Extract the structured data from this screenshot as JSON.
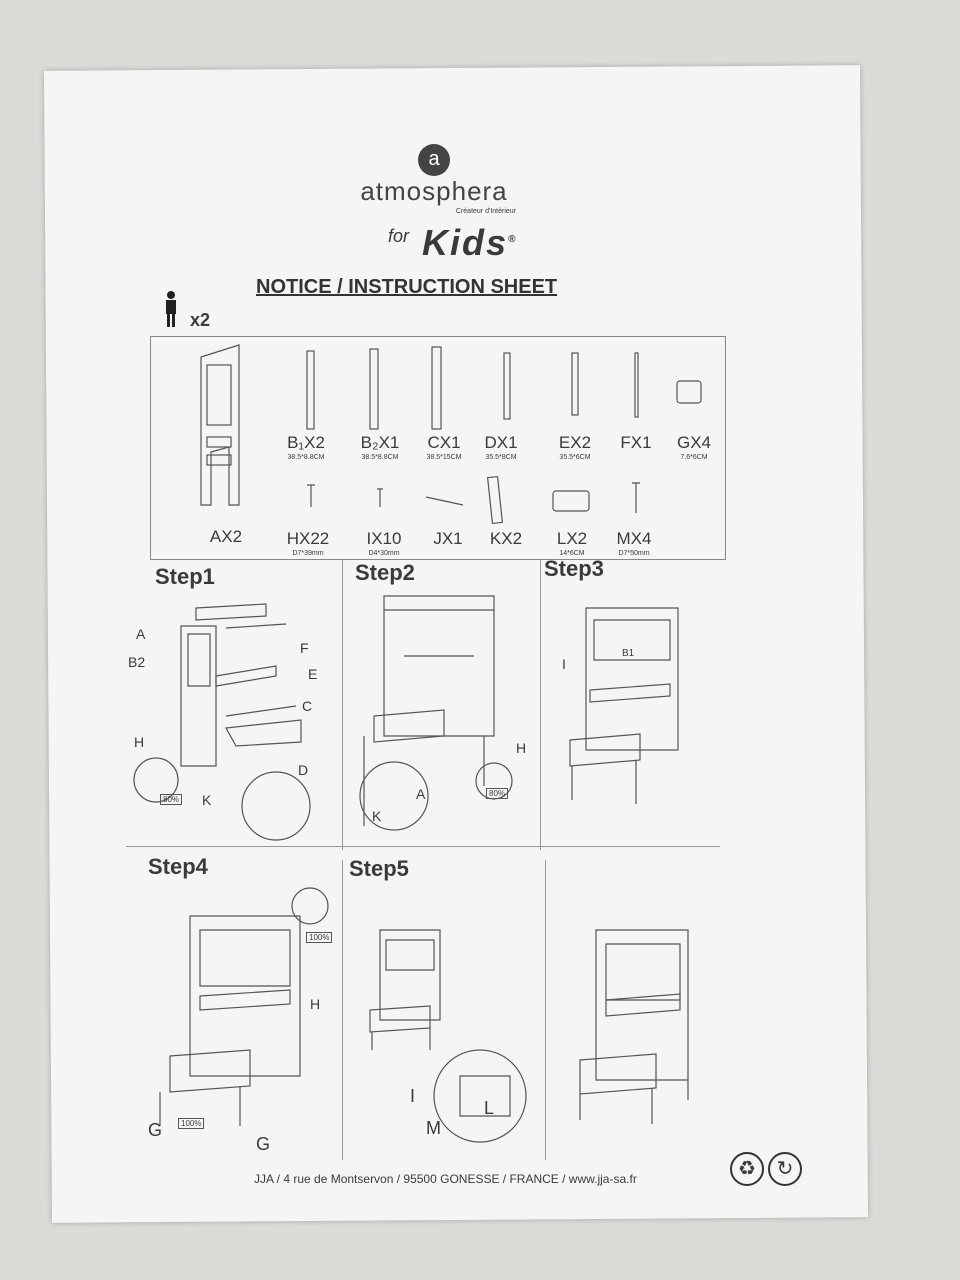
{
  "brand": {
    "name": "atmosphera",
    "tagline": "Créateur d'Intérieur",
    "for": "for",
    "kids": "Kids",
    "reg": "®",
    "mark": "a"
  },
  "title": "NOTICE / INSTRUCTION SHEET",
  "persons": "x2",
  "parts": [
    {
      "label": "B₁X2",
      "size": "38.5*8.8CM"
    },
    {
      "label": "B₂X1",
      "size": "38.5*8.8CM"
    },
    {
      "label": "CX1",
      "size": "38.5*15CM"
    },
    {
      "label": "DX1",
      "size": "35.5*8CM"
    },
    {
      "label": "EX2",
      "size": "35.5*6CM"
    },
    {
      "label": "FX1",
      "size": ""
    },
    {
      "label": "GX4",
      "size": "7.6*6CM"
    },
    {
      "label": "AX2",
      "size": ""
    },
    {
      "label": "HX22",
      "size": "D7*39mm"
    },
    {
      "label": "IX10",
      "size": "D4*30mm"
    },
    {
      "label": "JX1",
      "size": ""
    },
    {
      "label": "KX2",
      "size": ""
    },
    {
      "label": "LX2",
      "size": "14*6CM"
    },
    {
      "label": "MX4",
      "size": "D7*50mm"
    }
  ],
  "steps": [
    "Step1",
    "Step2",
    "Step3",
    "Step4",
    "Step5"
  ],
  "labels": {
    "a": "A",
    "b2": "B2",
    "h": "H",
    "f": "F",
    "e": "E",
    "c": "C",
    "d": "D",
    "k": "K",
    "pct80": "80%",
    "pct100": "100%",
    "b1": "B1",
    "i": "I",
    "g": "G",
    "l": "L",
    "m": "M"
  },
  "footer": "JJA / 4 rue de Montservon / 95500 GONESSE / FRANCE / www.jja-sa.fr",
  "icons": [
    "recycle-icon",
    "tidyman-icon",
    "person-icon"
  ]
}
